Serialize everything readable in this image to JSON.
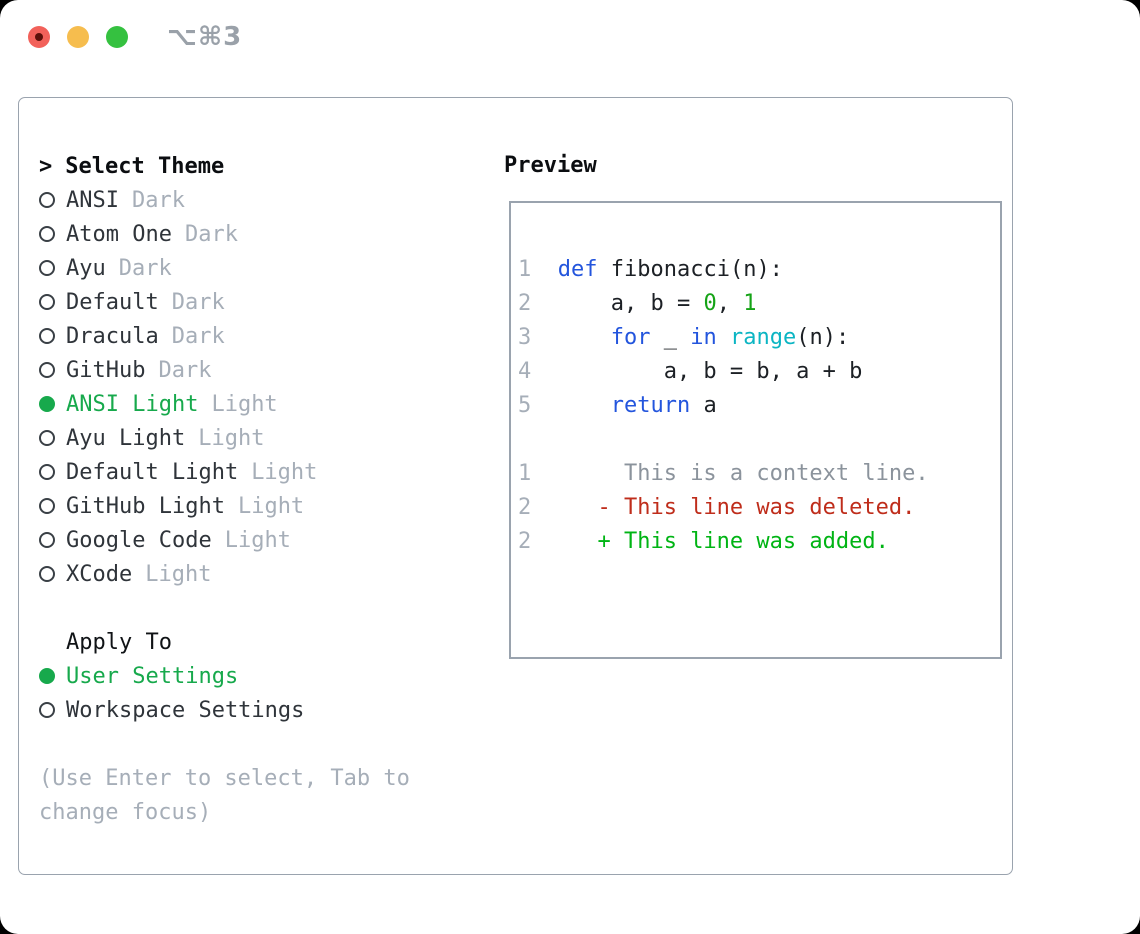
{
  "titlebar": {
    "shortcut": "⌥⌘3"
  },
  "colors": {
    "accent_green": "#17a94c",
    "keyword_blue": "#2355dd",
    "builtin_cyan": "#0bb5c3",
    "number_green": "#15a316",
    "diff_added_green": "#00b414",
    "diff_deleted_red": "#bf2d1b",
    "muted_gray": "#a6aeb8",
    "text_dark": "#2f343a",
    "panel_border": "#9aa3ae",
    "traffic_red": "#f2615a",
    "traffic_yellow": "#f6bd4e",
    "traffic_green": "#35c140"
  },
  "theme_picker": {
    "prompt": ">",
    "title": "Select Theme",
    "items": [
      {
        "name": "ANSI",
        "tag": "Dark",
        "selected": false
      },
      {
        "name": "Atom One",
        "tag": "Dark",
        "selected": false
      },
      {
        "name": "Ayu",
        "tag": "Dark",
        "selected": false
      },
      {
        "name": "Default",
        "tag": "Dark",
        "selected": false
      },
      {
        "name": "Dracula",
        "tag": "Dark",
        "selected": false
      },
      {
        "name": "GitHub",
        "tag": "Dark",
        "selected": false
      },
      {
        "name": "ANSI Light",
        "tag": "Light",
        "selected": true
      },
      {
        "name": "Ayu Light",
        "tag": "Light",
        "selected": false
      },
      {
        "name": "Default Light",
        "tag": "Light",
        "selected": false
      },
      {
        "name": "GitHub Light",
        "tag": "Light",
        "selected": false
      },
      {
        "name": "Google Code",
        "tag": "Light",
        "selected": false
      },
      {
        "name": "XCode",
        "tag": "Light",
        "selected": false
      }
    ],
    "apply_to": {
      "title": "Apply To",
      "options": [
        {
          "label": "User Settings",
          "selected": true
        },
        {
          "label": "Workspace Settings",
          "selected": false
        }
      ]
    },
    "hint_lines": [
      "(Use Enter to select, Tab to",
      "change focus)"
    ]
  },
  "preview": {
    "title": "Preview",
    "code_lines": [
      {
        "num": "1",
        "tokens": [
          [
            "  ",
            "fg"
          ],
          [
            "def",
            "kw"
          ],
          [
            " fibonacci(n):",
            "fg"
          ]
        ]
      },
      {
        "num": "2",
        "tokens": [
          [
            "      a, b = ",
            "fg"
          ],
          [
            "0",
            "num"
          ],
          [
            ", ",
            "fg"
          ],
          [
            "1",
            "num"
          ]
        ]
      },
      {
        "num": "3",
        "tokens": [
          [
            "      ",
            "fg"
          ],
          [
            "for",
            "kw"
          ],
          [
            " _ ",
            "fg"
          ],
          [
            "in",
            "kw"
          ],
          [
            " ",
            "fg"
          ],
          [
            "range",
            "cy"
          ],
          [
            "(n):",
            "fg"
          ]
        ]
      },
      {
        "num": "4",
        "tokens": [
          [
            "          a, b = b, a + b",
            "fg"
          ]
        ]
      },
      {
        "num": "5",
        "tokens": [
          [
            "      ",
            "fg"
          ],
          [
            "return",
            "kw"
          ],
          [
            " a",
            "fg"
          ]
        ]
      }
    ],
    "diff_lines": [
      {
        "num": "1",
        "tokens": [
          [
            "       This is a context line.",
            "ctx"
          ]
        ]
      },
      {
        "num": "2",
        "tokens": [
          [
            "     - This line was deleted.",
            "del"
          ]
        ]
      },
      {
        "num": "2",
        "tokens": [
          [
            "     + This line was added.",
            "add"
          ]
        ]
      }
    ]
  }
}
